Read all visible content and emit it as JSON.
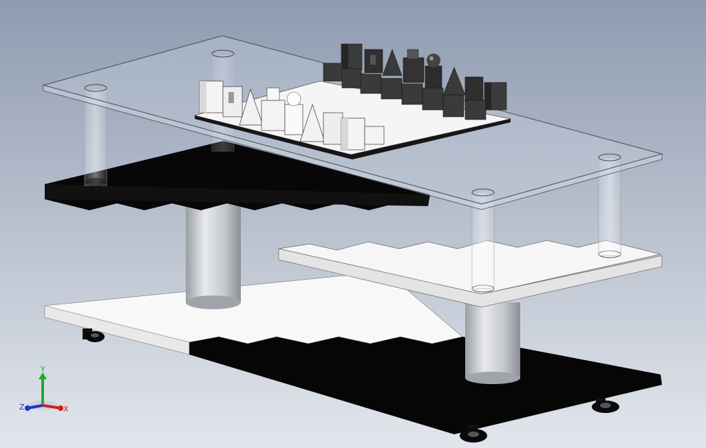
{
  "viewport": {
    "background_top": "#8f9bb0",
    "background_bottom": "#e2e6ec"
  },
  "model": {
    "parts": [
      "glass-tabletop",
      "chess-board",
      "white-pieces",
      "black-pieces",
      "black-zigzag-shelf",
      "white-zigzag-shelf",
      "base-platform",
      "center-column",
      "right-column",
      "glass-legs",
      "caster-wheels"
    ],
    "colors": {
      "glass_edge": "#555a66",
      "shelf_black": "#080808",
      "shelf_white": "#f7f7f7",
      "piece_dark": "#2a2a2a",
      "piece_light": "#f2f2f2",
      "column": "#c6c9ce"
    }
  },
  "triad": {
    "labels": {
      "x": "X",
      "y": "Y",
      "z": "Z"
    },
    "colors": {
      "x": "#d21d1d",
      "y": "#1faa2b",
      "z": "#2332c8"
    }
  }
}
